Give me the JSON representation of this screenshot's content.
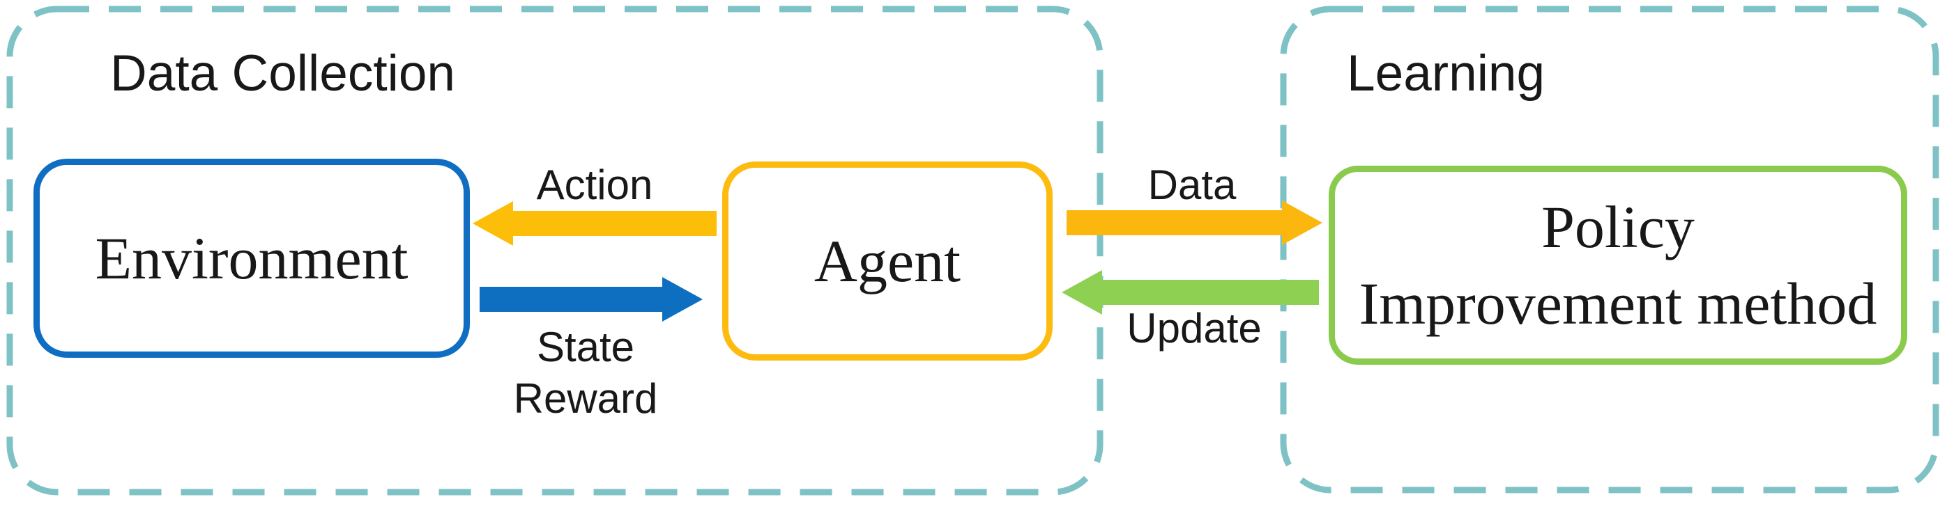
{
  "colors": {
    "background": "#ffffff",
    "text": "#181818",
    "group_border": "#7fc2c6",
    "environment_border": "#106ec2",
    "agent_border": "#fcbb0e",
    "policy_border": "#8acb4d",
    "action_arrow": "#fcbe08",
    "state_reward_arrow": "#0e6fc1",
    "data_arrow": "#fcb70e",
    "update_arrow": "#8ed052"
  },
  "groups": {
    "data_collection": {
      "label": "Data Collection"
    },
    "learning": {
      "label": "Learning"
    }
  },
  "nodes": {
    "environment": {
      "label": "Environment"
    },
    "agent": {
      "label": "Agent"
    },
    "policy": {
      "label_line1": "Policy",
      "label_line2": "Improvement method"
    }
  },
  "arrows": {
    "action": {
      "label": "Action",
      "direction": "left"
    },
    "state_reward": {
      "label_line1": "State",
      "label_line2": "Reward",
      "direction": "right"
    },
    "data": {
      "label": "Data",
      "direction": "right"
    },
    "update": {
      "label": "Update",
      "direction": "left"
    }
  }
}
